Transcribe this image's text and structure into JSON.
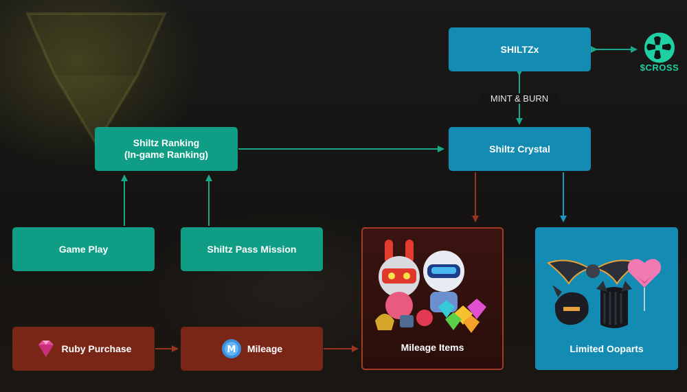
{
  "nodes": {
    "shiltzx": "SHILTZx",
    "cross": "$CROSS",
    "mint_burn": "MINT & BURN",
    "ranking_line1": "Shiltz Ranking",
    "ranking_line2": "(In-game Ranking)",
    "crystal": "Shiltz Crystal",
    "game_play": "Game Play",
    "pass_mission": "Shiltz Pass Mission",
    "mileage_items": "Mileage Items",
    "limited_ooparts": "Limited Ooparts",
    "ruby_purchase": "Ruby Purchase",
    "mileage": "Mileage"
  },
  "colors": {
    "teal": "#0f9e85",
    "blue": "#138bb3",
    "red": "#7a2617",
    "cross_green": "#1fd0a3"
  },
  "icons": [
    "cross-logo-icon",
    "ruby-gem-icon",
    "mileage-coin-icon",
    "bunny-robot-icon",
    "astronaut-robot-icon",
    "gem-cluster-icon",
    "wings-icon",
    "heart-balloon-icon",
    "dragon-helmet-icon",
    "armor-icon"
  ]
}
